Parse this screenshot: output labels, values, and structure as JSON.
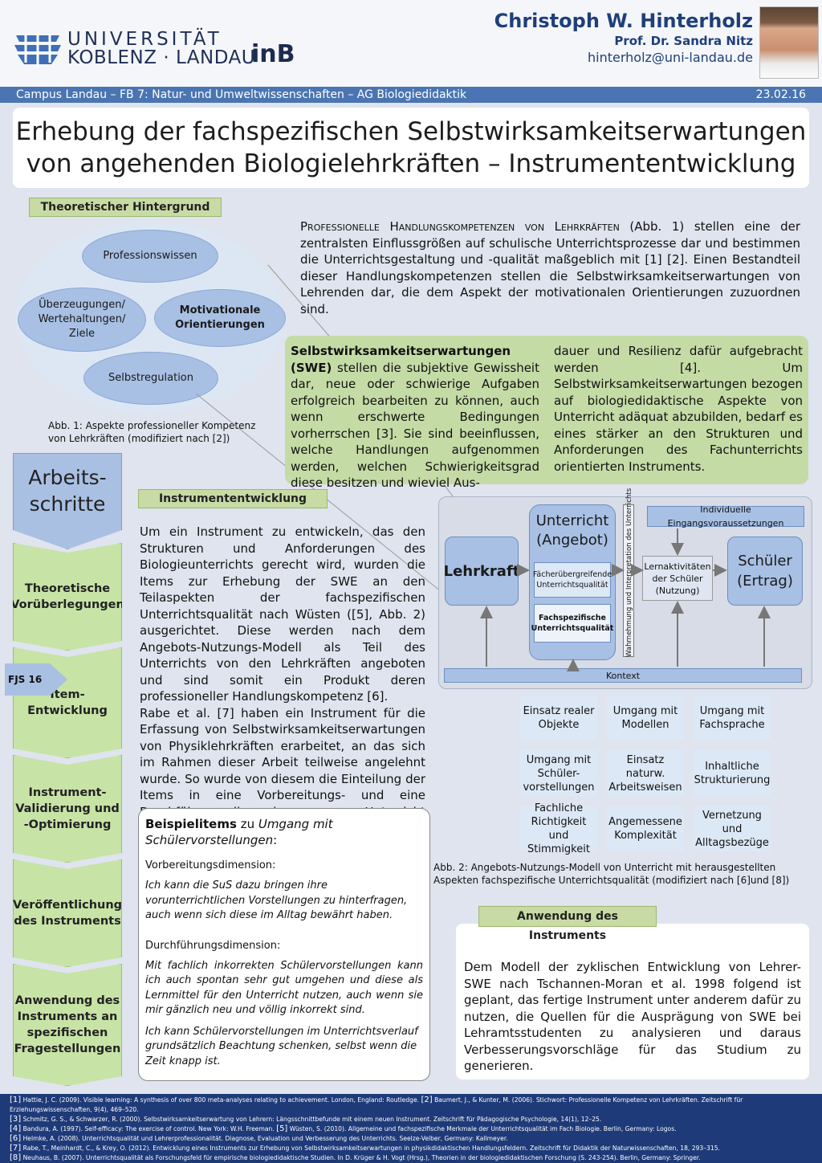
{
  "header": {
    "university_line1": "UNIVERSITÄT",
    "university_line2": "KOBLENZ · LANDAU",
    "inb_logo": "inB",
    "author_name": "Christoph W. Hinterholz",
    "supervisor": "Prof. Dr. Sandra Nitz",
    "email": "hinterholz@uni-landau.de",
    "campus_line": "Campus Landau – FB 7: Natur- und Umweltwissenschaften – AG Biologiedidaktik",
    "date": "23.02.16"
  },
  "title": {
    "line1": "Erhebung der fachspezifischen Selbstwirksamkeitserwartungen",
    "line2": "von angehenden Biologielehrkräften – Instrumententwicklung"
  },
  "background": {
    "heading": "Theoretischer Hintergrund",
    "ellipses": {
      "top": "Professionswissen",
      "left": "Überzeugungen/ Wertehaltungen/ Ziele",
      "right": "Motivationale Orientierungen",
      "bottom": "Selbstregulation"
    },
    "figure1_caption": "Abb. 1: Aspekte professioneller Kompetenz von Lehrkräften (modifiziert nach [2])",
    "intro_smallcaps": "Professionelle Handlungskompetenzen von Lehrkräften",
    "intro_text": " (Abb. 1) stellen eine der zentralsten Einflussgrößen auf schulische Unterrichtsprozesse dar und bestimmen die Unterrichtsgestaltung und -qualität maßgeblich mit [1] [2]. Einen Bestandteil dieser Handlungskompetenzen stellen die Selbstwirksamkeitserwartungen von Lehrenden dar, die dem Aspekt der motivationalen Orientierungen zuzuordnen sind."
  },
  "swe": {
    "term": "Selbstwirksamkeitserwartungen (SWE)",
    "col1_text": " stellen die subjektive Gewissheit dar, neue oder schwierige Aufgaben erfolgreich bearbeiten zu können, auch wenn erschwerte Bedingungen vorherrschen [3]. Sie sind beeinflussen, welche Handlungen aufgenommen werden, welchen Schwierigkeitsgrad diese besitzen und wieviel Aus-",
    "col2_text": "dauer und Resilienz dafür aufgebracht werden [4]. Um Selbstwirksamkeitserwartungen bezogen auf biologiedidaktische Aspekte von Unterricht adäquat abzubilden, bedarf es eines stärker an den Strukturen und Anforderungen des Fachunterrichts orientierten Instruments."
  },
  "steps": {
    "header": "Arbeits- schritte",
    "fjs": "FJS 16",
    "items": [
      "Theoretische Vorüberlegungen",
      "Item-Entwicklung",
      "Instrument- Validierung und -Optimierung",
      "Veröffentlichung des Instruments",
      "Anwendung des Instruments an spezifischen Fragestellungen"
    ]
  },
  "development": {
    "heading": "Instrumententwicklung",
    "text": "Um ein Instrument zu entwickeln, das den Strukturen und Anforderungen des Biologieunterrichts gerecht wird, wurden die Items zur Erhebung der SWE an den Teilaspekten der fachspezifischen Unterrichtsqualität nach Wüsten ([5], Abb. 2) ausgerichtet. Diese werden nach dem Angebots-Nutzungs-Modell als Teil des Unterrichts von den Lehrkräften angeboten und sind somit ein Produkt deren professioneller Handlungskompetenz [6].",
    "text2": "Rabe et al. [7] haben ein Instrument für die Erfassung von Selbstwirksamkeitserwartungen von Physiklehrkräften erarbeitet, an das sich im Rahmen dieser Arbeit teilweise angelehnt wurde. So wurde von diesem die Einteilung der Items in eine Vorbereitungs- und eine Durchführungsdimension von Unterricht adaptiert."
  },
  "examples": {
    "heading_bold": "Beispielitems",
    "heading_rest": " zu ",
    "heading_italic": "Umgang mit Schülervorstellungen",
    "heading_colon": ":",
    "prep_label": "Vorbereitungsdimension:",
    "prep_item": "Ich kann die SuS dazu bringen ihre vorunterrichtlichen Vorstellungen zu hinterfragen, auch wenn sich diese im Alltag bewährt haben.",
    "exec_label": "Durchführungsdimension:",
    "exec_item1": "Mit fachlich inkorrekten Schülervorstellungen kann ich auch spontan sehr gut umgehen und diese als Lernmittel für den Unterricht nutzen, auch wenn sie mir gänzlich neu und völlig inkorrekt sind.",
    "exec_item2": "Ich kann Schülervorstellungen im Unterrichtsverlauf grundsätzlich Beachtung schenken, selbst wenn die Zeit knapp ist."
  },
  "model": {
    "lehrkraft": "Lehrkraft",
    "unterricht": "Unterricht (Angebot)",
    "faecher": "Fächerübergreifende Unterrichtsqualität",
    "fach": "Fachspezifische Unterrichtsqualität",
    "wahrnehmung": "Wahrnehmung und Interpretation des Unterrichts",
    "eingang": "Individuelle Eingangsvoraussetzungen",
    "lernaktivitaeten": "Lernaktivitäten der Schüler (Nutzung)",
    "schueler": "Schüler (Ertrag)",
    "kontext": "Kontext",
    "aspects": [
      "Einsatz realer Objekte",
      "Umgang mit Modellen",
      "Umgang mit Fachsprache",
      "Umgang mit Schüler-vorstellungen",
      "Einsatz naturw. Arbeitsweisen",
      "Inhaltliche Strukturierung",
      "Fachliche Richtigkeit und Stimmigkeit",
      "Angemessene Komplexität",
      "Vernetzung und Alltagsbezüge"
    ],
    "figure2_caption": "Abb. 2: Angebots-Nutzungs-Modell von Unterricht mit herausgestellten Aspekten fachspezifische Unterrichtsqualität (modifiziert nach [6]und [8])"
  },
  "application": {
    "heading": "Anwendung des Instruments",
    "text": "Dem Modell der zyklischen Entwicklung von Lehrer-SWE nach Tschannen-Moran et al. 1998 folgend ist geplant, das fertige Instrument unter anderem dafür zu nutzen, die Quellen für die Ausprägung von SWE bei Lehramtsstudenten zu analysieren und daraus Verbesserungsvorschläge für das Studium zu generieren."
  },
  "references": [
    {
      "n1": "[1]",
      "t1": " Hattie, J. C. (2009). Visible learning: A synthesis of over 800 meta-analyses relating to achievement. London, England: Routledge. ",
      "n2": "[2]",
      "t2": " Baumert, J., & Kunter, M. (2006). Stichwort: Professionelle Kompetenz von Lehrkräften. Zeitschrift für Erziehungswissenschaften, 9(4), 469–520."
    },
    {
      "n1": "[3]",
      "t1": " Schmitz, G. S., & Schwarzer, R. (2000). Selbstwirksamkeitserwartung von Lehrern: Längsschnittbefunde mit einem neuen Instrument. Zeitschrift für Pädagogische Psychologie, 14(1), 12–25.",
      "n2": "",
      "t2": ""
    },
    {
      "n1": "[4]",
      "t1": " Bandura, A. (1997). Self-efficacy: The exercise of control. New York: W.H. Freeman. ",
      "n2": "[5]",
      "t2": " Wüsten, S. (2010). Allgemeine und fachspezifische Merkmale der Unterrichtsqualität im Fach Biologie. Berlin, Germany: Logos."
    },
    {
      "n1": "[6]",
      "t1": " Helmke, A. (2008). Unterrichtsqualität und Lehrerprofessionalität. Diagnose, Evaluation und Verbesserung des Unterrichts. Seelze-Velber, Germany: Kallmeyer.",
      "n2": "",
      "t2": ""
    },
    {
      "n1": "[7]",
      "t1": " Rabe, T., Meinhardt, C., & Krey, O. (2012). Entwicklung eines Instruments zur Erhebung von Selbstwirksamkeitserwartungen in physikdidaktischen Handlungsfeldern. Zeitschrift für Didaktik der Naturwissenschaften, 18, 293–315.",
      "n2": "",
      "t2": ""
    },
    {
      "n1": "[8]",
      "t1": " Neuhaus, B. (2007). Unterrichtsqualität als Forschungsfeld für empirische biologiedidaktische Studien. In D. Krüger & H. Vogt (Hrsg.), Theorien in der biologiedidaktischen Forschung (S. 243-254). Berlin, Germany: Springer.",
      "n2": "",
      "t2": ""
    }
  ]
}
